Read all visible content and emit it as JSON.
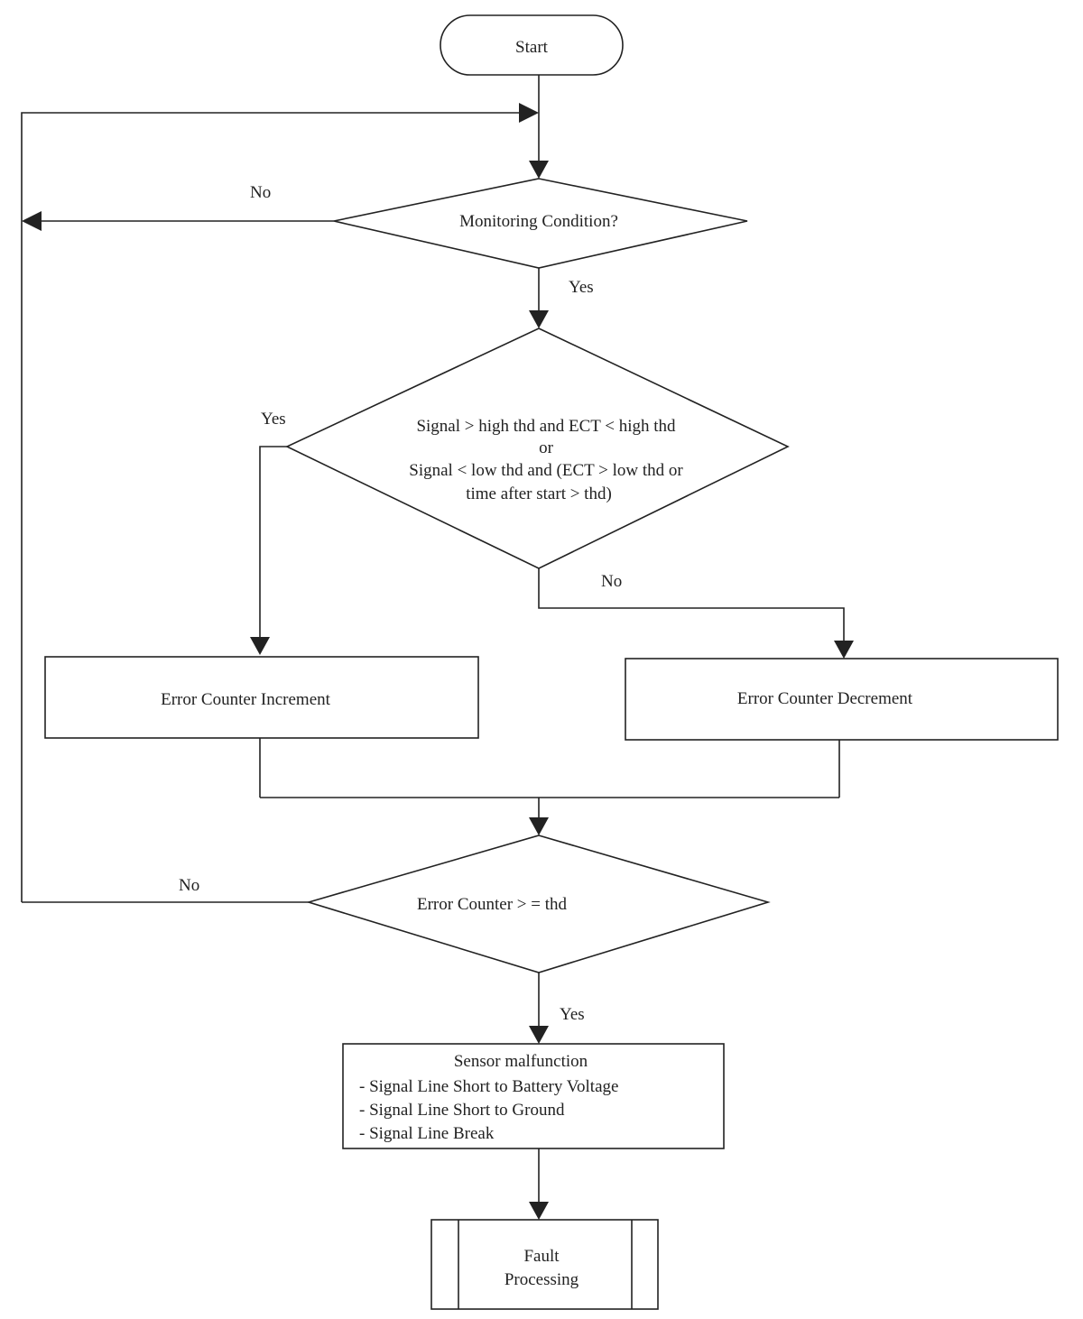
{
  "start": "Start",
  "decision_monitoring": "Monitoring Condition?",
  "decision_signal": {
    "lines": [
      "Signal > high thd and ECT < high thd",
      "or",
      "Signal < low thd and (ECT > low thd or",
      "time after start > thd)"
    ]
  },
  "process_increment": "Error Counter Increment",
  "process_decrement": "Error Counter Decrement",
  "decision_counter": "Error Counter > = thd",
  "malfunction": {
    "title": "Sensor malfunction",
    "items": [
      "- Signal Line Short to Battery Voltage",
      "- Signal Line Short to Ground",
      "- Signal Line Break"
    ]
  },
  "fault": {
    "lines": [
      "Fault",
      "Processing"
    ]
  },
  "edge_labels": {
    "monitoring_no": "No",
    "monitoring_yes": "Yes",
    "signal_yes": "Yes",
    "signal_no": "No",
    "counter_no": "No",
    "counter_yes": "Yes"
  }
}
